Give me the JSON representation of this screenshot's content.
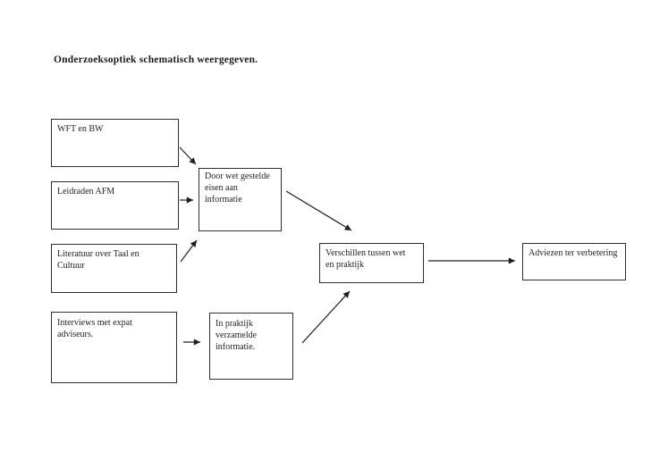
{
  "document": {
    "title": "Onderzoeksoptiek schematisch weergegeven."
  },
  "diagram": {
    "colors": {
      "background": "#ffffff",
      "box_border": "#2e2e2e",
      "text": "#1f1f1f",
      "arrow": "#1f1f1f"
    },
    "nodes": [
      {
        "id": "wft-en-bw",
        "label": "WFT en BW"
      },
      {
        "id": "leidraden-afm",
        "label": "Leidraden AFM"
      },
      {
        "id": "literatuur-taal-cultuur",
        "label": "Literatuur over Taal en Cultuur"
      },
      {
        "id": "interviews-expat",
        "label": "Interviews met expat adviseurs."
      },
      {
        "id": "wet-gestelde-eisen",
        "label": "Door wet gestelde eisen aan informatie"
      },
      {
        "id": "praktijk-informatie",
        "label": "In praktijk verzamelde informatie."
      },
      {
        "id": "verschillen-wet-praktijk",
        "label": "Verschillen tussen wet en praktijk"
      },
      {
        "id": "adviezen-verbetering",
        "label": "Adviezen ter verbetering"
      }
    ],
    "edges": [
      {
        "from": "wft-en-bw",
        "to": "wet-gestelde-eisen"
      },
      {
        "from": "leidraden-afm",
        "to": "wet-gestelde-eisen"
      },
      {
        "from": "literatuur-taal-cultuur",
        "to": "wet-gestelde-eisen"
      },
      {
        "from": "interviews-expat",
        "to": "praktijk-informatie"
      },
      {
        "from": "wet-gestelde-eisen",
        "to": "verschillen-wet-praktijk"
      },
      {
        "from": "praktijk-informatie",
        "to": "verschillen-wet-praktijk"
      },
      {
        "from": "verschillen-wet-praktijk",
        "to": "adviezen-verbetering"
      }
    ]
  }
}
